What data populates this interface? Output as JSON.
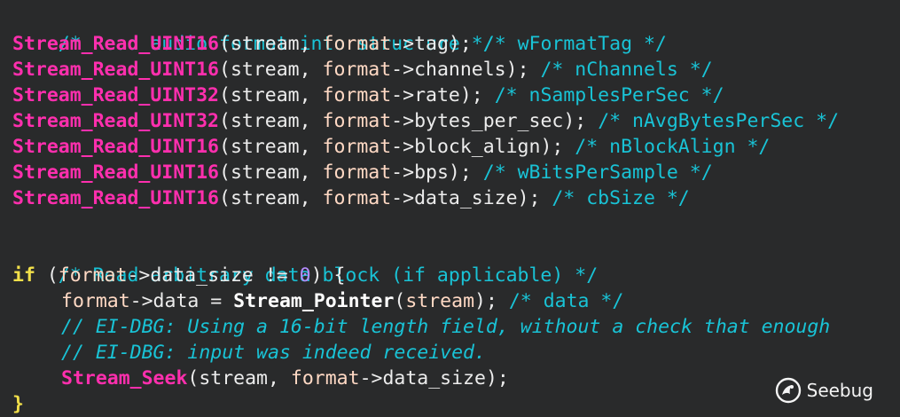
{
  "code": {
    "comment_format": "/* Read audio format into structure */",
    "lines_format": [
      {
        "func": "Stream_Read_UINT16",
        "args_open": "(stream, ",
        "obj": "format",
        "arrow": "->",
        "field": "tag",
        "close": "); ",
        "comment": "/* wFormatTag */"
      },
      {
        "func": "Stream_Read_UINT16",
        "args_open": "(stream, ",
        "obj": "format",
        "arrow": "->",
        "field": "channels",
        "close": "); ",
        "comment": "/* nChannels */"
      },
      {
        "func": "Stream_Read_UINT32",
        "args_open": "(stream, ",
        "obj": "format",
        "arrow": "->",
        "field": "rate",
        "close": "); ",
        "comment": "/* nSamplesPerSec */"
      },
      {
        "func": "Stream_Read_UINT32",
        "args_open": "(stream, ",
        "obj": "format",
        "arrow": "->",
        "field": "bytes_per_sec",
        "close": "); ",
        "comment": "/* nAvgBytesPerSec */"
      },
      {
        "func": "Stream_Read_UINT16",
        "args_open": "(stream, ",
        "obj": "format",
        "arrow": "->",
        "field": "block_align",
        "close": "); ",
        "comment": "/* nBlockAlign */"
      },
      {
        "func": "Stream_Read_UINT16",
        "args_open": "(stream, ",
        "obj": "format",
        "arrow": "->",
        "field": "bps",
        "close": "); ",
        "comment": "/* wBitsPerSample */"
      },
      {
        "func": "Stream_Read_UINT16",
        "args_open": "(stream, ",
        "obj": "format",
        "arrow": "->",
        "field": "data_size",
        "close": "); ",
        "comment": "/* cbSize */"
      }
    ],
    "comment_block": "/* Read arbitrary data block (if applicable) */",
    "if_keyword": "if",
    "if_open": " (",
    "if_obj": "format",
    "if_arrow": "->",
    "if_field": "data_size != ",
    "if_number": "0",
    "if_close": ") {",
    "assign_obj": "format",
    "assign_rest": "->data = ",
    "assign_func": "Stream_Pointer",
    "assign_paren_open": "(",
    "assign_arg": "stream",
    "assign_paren_close": "); ",
    "assign_comment": "/* data */",
    "dbg_comment_1": "// EI-DBG: Using a 16-bit length field, without a check that enough",
    "dbg_comment_2": "// EI-DBG: input was indeed received.",
    "seek_func": "Stream_Seek",
    "seek_open": "(stream, ",
    "seek_obj": "format",
    "seek_rest": "->data_size);",
    "closing_brace": "}"
  },
  "watermark": {
    "text": "Seebug",
    "icon": "seebug-logo-icon"
  }
}
